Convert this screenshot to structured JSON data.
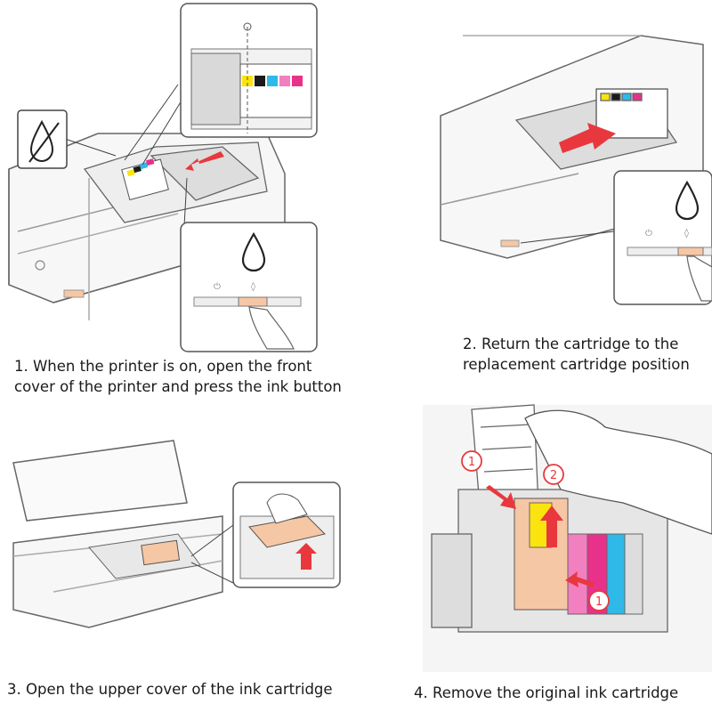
{
  "steps": [
    {
      "number": 1,
      "caption_lines": [
        "1. When the printer is on, open the front",
        "cover of the printer and press the ink button"
      ],
      "icon": "no-ink-drop-icon",
      "button_icon": "ink-drop-icon"
    },
    {
      "number": 2,
      "caption_lines": [
        "2. Return the cartridge to the",
        "replacement cartridge position"
      ],
      "button_icon": "ink-drop-icon"
    },
    {
      "number": 3,
      "caption_lines": [
        "3. Open the upper cover of the ink cartridge"
      ]
    },
    {
      "number": 4,
      "caption_lines": [
        "4. Remove the original ink cartridge"
      ],
      "markers": [
        "1",
        "2",
        "1"
      ]
    }
  ],
  "colors": {
    "arrow": "#e8383d",
    "cartridge_orange": "#f6c7a4",
    "yellow": "#fbe30f",
    "magenta": "#e8318a",
    "cyan": "#2fb9e8",
    "pink": "#f27fc0",
    "black": "#1a1a1a",
    "outline": "#555555"
  }
}
